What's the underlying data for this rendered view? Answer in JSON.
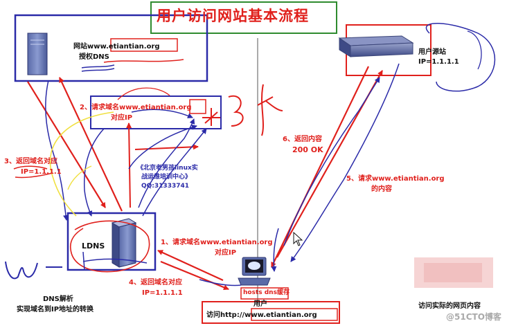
{
  "title": "用户访问网站基本流程",
  "auth_dns": {
    "line1": "网站www.etiantian.org",
    "line2": "授权DNS"
  },
  "origin": {
    "line1": "用户源站",
    "line2": "IP=1.1.1.1"
  },
  "ldns_label": "LDNS",
  "user_label": "用户",
  "visit_url": "访问http://www.etiantian.org",
  "hosts_cache": "hosts dns缓存",
  "promo": {
    "line1": "《北京老男孩linux实",
    "line2": "战运维培训中心》",
    "line3": "QQ:31333741"
  },
  "steps": {
    "s1": {
      "line1": "1、请求域名www.etiantian.org",
      "line2": "对应IP"
    },
    "s2": {
      "line1": "2、请求域名www.etiantian.org",
      "line2": "对应IP"
    },
    "s3": {
      "line1": "3、返回域名对应",
      "line2": "IP=1.1.1.1"
    },
    "s4": {
      "line1": "4、返回域名对应",
      "line2": "IP=1.1.1.1"
    },
    "s5": {
      "line1": "5、请求www.etiantian.org",
      "line2": "的内容"
    },
    "s6": {
      "line1": "6、返回内容",
      "line2": "200 OK"
    }
  },
  "dns_caption": {
    "line1": "DNS解析",
    "line2": "实现域名到IP地址的转换"
  },
  "visit_caption": "访问实际的网页内容",
  "watermark": "@51CTO博客",
  "colors": {
    "red": "#e0201c",
    "blue": "#2a2aa8",
    "yellow": "#f0e040",
    "title_border": "#2e8b2e"
  }
}
